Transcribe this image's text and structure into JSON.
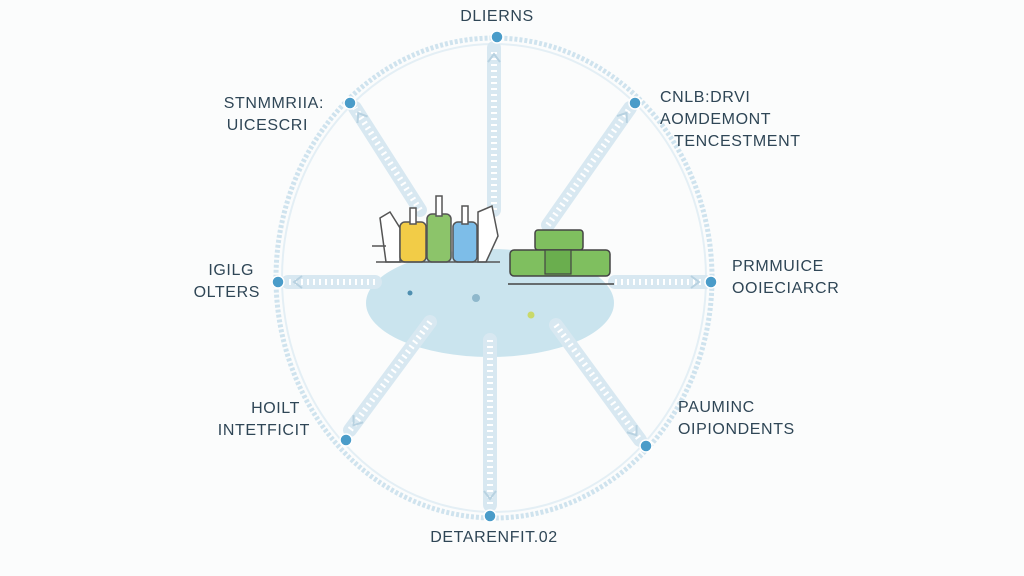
{
  "colors": {
    "ring": "#cfe3ee",
    "node": "#4a9cc9",
    "arrow": "#d8e8f1",
    "pool": "#b9dcea",
    "text": "#2f4656",
    "bottle_yellow": "#f2cc47",
    "bottle_green": "#8cc46a",
    "bottle_blue": "#7dbde8",
    "machine_green": "#7fbf5f"
  },
  "nodes": {
    "top": {
      "lines": [
        "DLIERNS"
      ]
    },
    "top_right": {
      "lines": [
        "CNLB:DRVI",
        "AOMDEMONT",
        "TENCESTMENT"
      ]
    },
    "right": {
      "lines": [
        "PRMMUICE",
        "OOIECIARCR"
      ]
    },
    "bottom_right": {
      "lines": [
        "PAUMINC",
        "OIPIONDENTS"
      ]
    },
    "bottom": {
      "lines": [
        "DETARENFIT.02"
      ]
    },
    "bottom_left": {
      "lines": [
        "HOILT",
        "INTETFICIT"
      ]
    },
    "left": {
      "lines": [
        "IGILG",
        "OLTERS"
      ]
    },
    "top_left": {
      "lines": [
        "STNMMRIIA:",
        "UICESCRI"
      ]
    }
  },
  "icons": [
    "bottles-icon",
    "machine-icon"
  ]
}
